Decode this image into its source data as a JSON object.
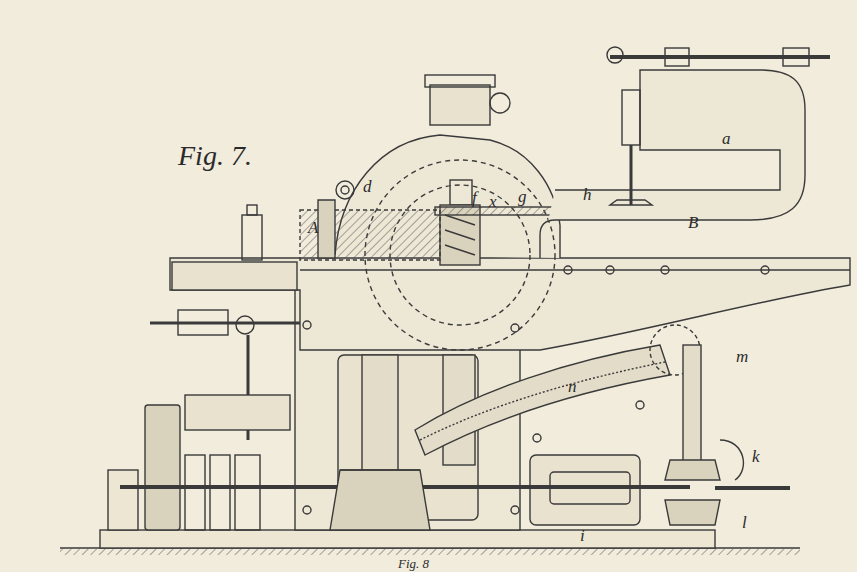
{
  "diagram": {
    "title": "Fig. 7.",
    "labels": [
      "A",
      "d",
      "f",
      "x",
      "g",
      "h",
      "B",
      "a",
      "m",
      "n",
      "k",
      "l",
      "i",
      "Fig. 8"
    ]
  }
}
